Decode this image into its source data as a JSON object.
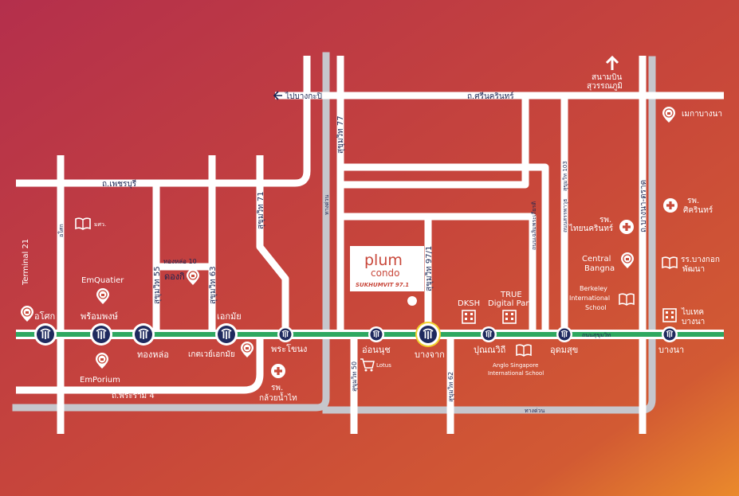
{
  "colors": {
    "bg_start": "#b8304a",
    "bg_mid": "#c84a3a",
    "bg_end": "#e8862e",
    "road": "#ffffff",
    "expressway": "#c8c8cc",
    "bts_line": "#2ea860",
    "station_fill": "#1f2a5e",
    "highlight": "#f2d22e",
    "label_dark": "#1a2552"
  },
  "roads": {
    "phetchaburi": "ถ.เพชรบุรี",
    "rama4": "ถ.พระราม 4",
    "srinakarin": "ถ.ศรีนครินทร์",
    "to_bang_kapi": "ไปบางกะปิ",
    "to_airport": "สนามบิน\nสุวรรณภูมิ",
    "terminal21": "Terminal 21",
    "asoke": "อโศก",
    "sukhumvit55": "สุขุมวิท 55",
    "thonglor10": "ทองหล่อ 10",
    "sukhumvit63": "สุขุมวิท 63",
    "sukhumvit71": "สุขุมวิท 71",
    "sukhumvit77": "สุขุมวิท 77",
    "sukhumvit50": "สุขุมวิท 50",
    "sukhumvit62": "สุขุมวิท 62",
    "sukhumvit971": "สุขุมวิท 97/1",
    "sukhumvit103": "สุขุมวิท 103",
    "sanphawut": "ถนนสรรพาวุธ",
    "chalerm": "ถนนเฉลิมพระเกียรติ",
    "bangna_trad": "ถ.บางนา-ตราด",
    "tang_duan_v": "ทางด่วน",
    "tang_duan_h": "ทางด่วน",
    "sukhumvit_road": "ถนนสุขุมวิท",
    "soi_udom": "อุดมสุข"
  },
  "stations": [
    {
      "name": "อโศก"
    },
    {
      "name": "พร้อมพงษ์"
    },
    {
      "name": "ทองหล่อ"
    },
    {
      "name": "เอกมัย"
    },
    {
      "name": "พระโขนง"
    },
    {
      "name": "อ่อนนุช"
    },
    {
      "name": "บางจาก"
    },
    {
      "name": "ปุณณวิถี"
    },
    {
      "name": "อุดมสุข"
    },
    {
      "name": "บางนา"
    }
  ],
  "pois": {
    "emquartier": "EmQuatier",
    "emporium": "EmPorium",
    "university": "มศว.",
    "donki": "ดองกิ",
    "gateway": "เกตเวย์เอกมัย",
    "kluaynamthai_1": "รพ.",
    "kluaynamthai_2": "กล้วยน้ำไท",
    "lotus": "Lotus",
    "dksh": "DKSH",
    "true_1": "TRUE",
    "true_2": "Digital Park",
    "anglo_1": "Anglo Singapore",
    "anglo_2": "International School",
    "thai_nakarin_1": "รพ.",
    "thai_nakarin_2": "ไทยนครินทร์",
    "central_1": "Central",
    "central_2": "Bangna",
    "berkeley_1": "Berkeley",
    "berkeley_2": "International",
    "berkeley_3": "School",
    "mega": "เมกาบางนา",
    "sikarin_1": "รพ.",
    "sikarin_2": "ศิครินทร์",
    "bangkok_patana_1": "รร.บางกอก",
    "bangkok_patana_2": "พัฒนา",
    "bitec_1": "ไบเทค",
    "bitec_2": "บางนา"
  },
  "logo": {
    "word1": "plum",
    "word2": "condo",
    "word3": "SUKHUMVIT 97.1"
  }
}
